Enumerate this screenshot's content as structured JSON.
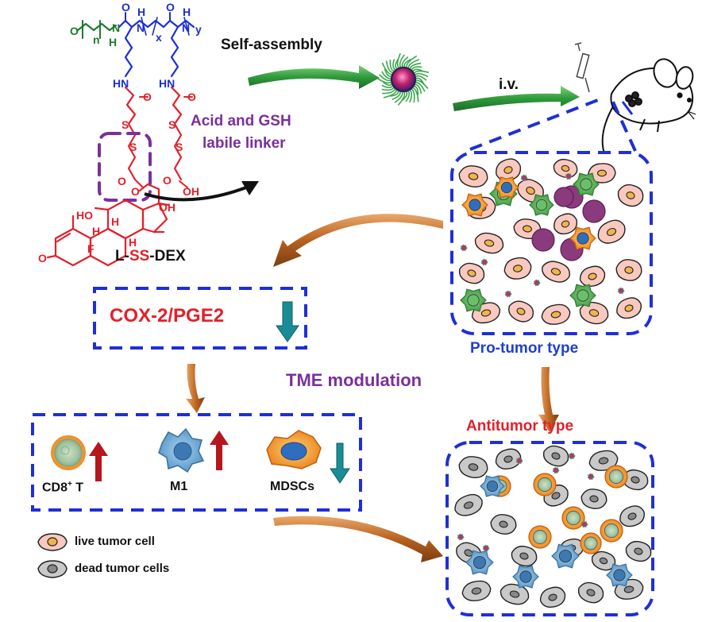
{
  "labels": {
    "self_assembly": "Self-assembly",
    "iv": "i.v.",
    "linker_line1": "Acid and GSH",
    "linker_line2": "labile linker",
    "drug_prefix": "L-",
    "drug_ss": "SS",
    "drug_suffix": "-DEX",
    "cox": "COX-2/PGE2",
    "pro_tumor": "Pro-tumor type",
    "tme": "TME modulation",
    "antitumor": "Antitumor type",
    "cd8": "CD8",
    "cd8_sup": "+",
    "cd8_suffix": " T",
    "m1": "M1",
    "mdscs": "MDSCs",
    "legend_live": "live tumor cell",
    "legend_dead": "dead tumor cells"
  },
  "chem_labels": {
    "n": "n",
    "x": "x",
    "y": "y",
    "H": "H",
    "N": "N",
    "O": "O",
    "S": "S",
    "NH": "NH",
    "HN": "HN",
    "OH": "OH",
    "HO": "HO",
    "F": "F"
  },
  "colors": {
    "peg_green": "#1e7a2f",
    "backbone_blue": "#1c2fd0",
    "linker_red": "#e3202a",
    "purple": "#7a2f9c",
    "dash_blue": "#1f2fd6",
    "arrow_green": "#2f9a3c",
    "arrow_brown": "#b8611f",
    "teal_down": "#1a8c95",
    "red_up": "#b5171c"
  },
  "indicators": {
    "cox": "down",
    "cd8": "up",
    "m1": "up",
    "mdscs": "down"
  }
}
